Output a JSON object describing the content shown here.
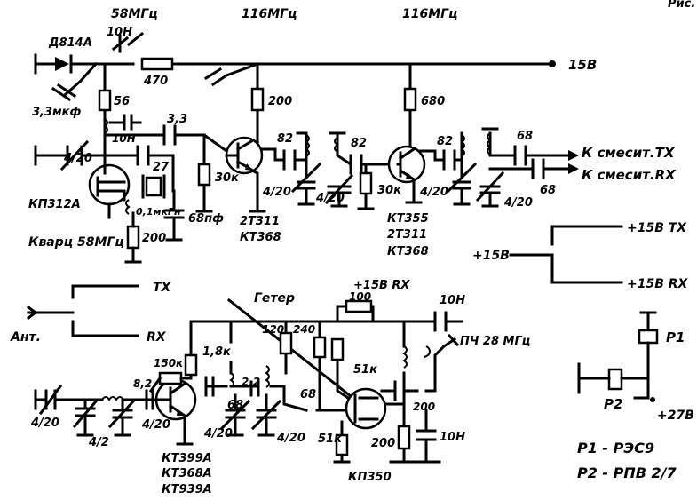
{
  "labels": {
    "corner": "Рис.",
    "f1": "58МГц",
    "f2": "116МГц",
    "f3": "116МГц",
    "diode": "Д814А",
    "c10n_top": "10Н",
    "r470": "470",
    "v15_top": "15В",
    "c33mkf": "3,3мкф",
    "r56": "56",
    "c10n_l": "10Н",
    "c33": "3,3",
    "r200a": "200",
    "r680": "680",
    "c82a": "82",
    "c82b": "82",
    "c82c": "82",
    "c68a": "68",
    "c420a": "4/20",
    "c27": "27",
    "ind": "0,1мкГн",
    "r30k_a": "30к",
    "c420b": "4/20",
    "c420c": "4/20",
    "r30k_b": "30к",
    "c420d": "4/20",
    "c420e": "4/20",
    "c68b": "68",
    "kp312": "КП312А",
    "r200b": "200",
    "c68pf": "68пф",
    "t2a": "2Т311",
    "t2b": "КТ368",
    "t3a": "КТ355",
    "t3b": "2Т311",
    "t3c": "КТ368",
    "quartz": "Кварц 58МГц",
    "mix_tx": "К смесит.ТХ",
    "mix_rx": "К смесит.RX",
    "v15tx": "+15В ТХ",
    "v15": "+15В",
    "v15rx": "+15В RX",
    "sw_tx": "TX",
    "sw_rx": "RX",
    "ant": "Ант.",
    "geter": "Гетер",
    "v15rx_b": "+15В RX",
    "r100": "100",
    "c10n_b": "10Н",
    "r120": "120",
    "r240": "240",
    "if28": "ПЧ 28 МГц",
    "r18k": "1,8к",
    "r150k": "150к",
    "r51k_a": "51к",
    "c82d": "8,2",
    "c22": "2,2",
    "c68c": "68",
    "c68d": "68",
    "c420f": "4/20",
    "c42": "4/2",
    "c420g": "4/20",
    "c420h": "4/20",
    "c420i": "4/20",
    "c200": "200",
    "r51k_b": "51к",
    "r200c": "200",
    "c10n_c": "10Н",
    "t4a": "КТ399А",
    "t4b": "КТ368А",
    "t4c": "КТ939А",
    "kp350": "КП350",
    "p1": "Р1",
    "p2": "Р2",
    "v27": "+27В",
    "p1_desc": "Р1 - РЭС9",
    "p2_desc": "Р2 - РПВ 2/7"
  }
}
